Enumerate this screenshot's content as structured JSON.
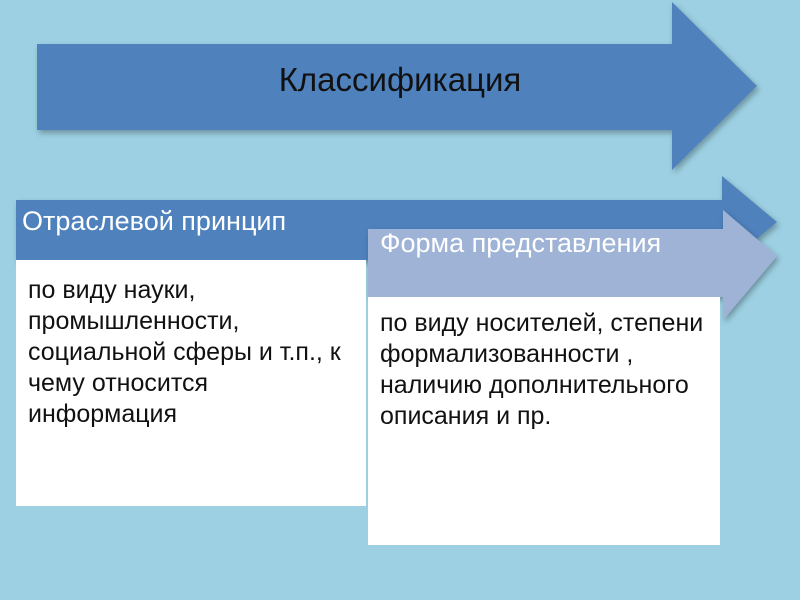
{
  "title": "Классификация",
  "left_column": {
    "header": "Отраслевой принцип",
    "body": "по виду науки, промышленности, социальной сферы и т.п., к чему относится информация"
  },
  "right_column": {
    "header": "Форма представления",
    "body": "по виду носителей, степени формализованности , наличию дополнительного описания и пр."
  },
  "colors": {
    "background": "#9cd0e2",
    "main_arrow": "#4f81bd",
    "left_header": "#4f81bd",
    "right_header": "#9fb3d6",
    "body_box": "#ffffff"
  }
}
